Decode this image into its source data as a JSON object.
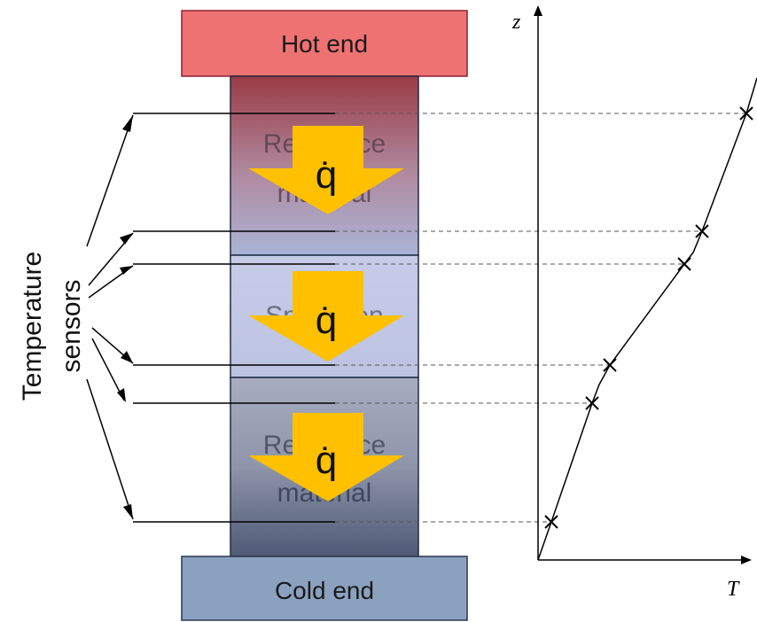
{
  "blocks": {
    "hot_end": "Hot end",
    "cold_end": "Cold end",
    "reference_top": [
      "Reference",
      "material"
    ],
    "specimen": "Specimen",
    "reference_bottom": [
      "Reference",
      "material"
    ]
  },
  "heat_flux_symbol": "q̇",
  "sensors_label": [
    "Temperature",
    "sensors"
  ],
  "plot": {
    "z_axis": "z",
    "t_axis": "T"
  },
  "colors": {
    "hot": "#ef7273",
    "cold": "#8aa2bf",
    "arrow": "#ffc000"
  }
}
